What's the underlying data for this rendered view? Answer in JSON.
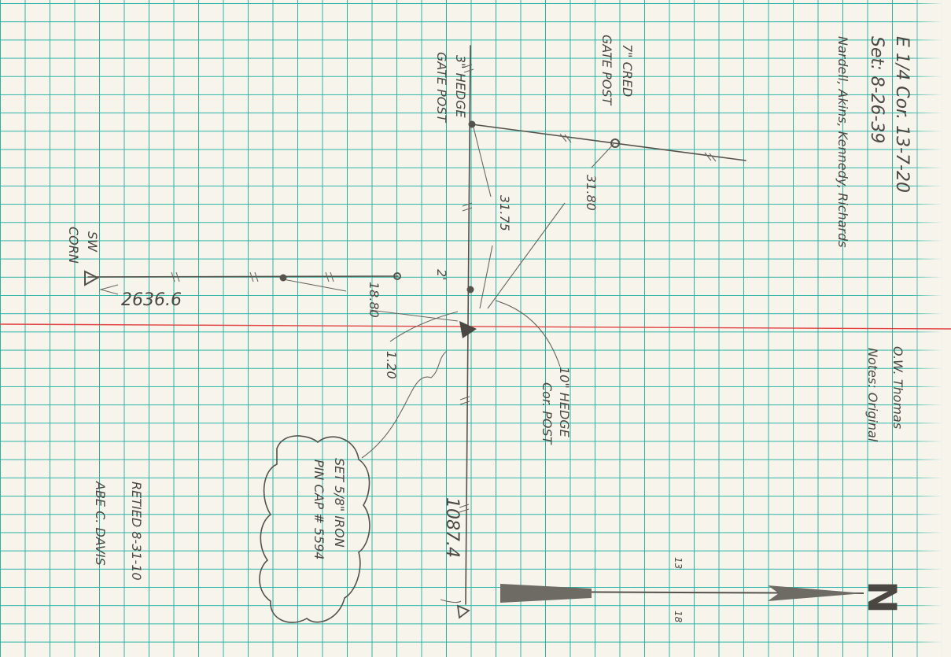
{
  "header": {
    "corner": "E 1/4 Cor. 13-7-20",
    "set_date": "Set: 8-26-39",
    "crew": "Nardell, Akins, Kennedy, Richards",
    "surveyor": "O.W. Thomas",
    "notes": "Notes: Original"
  },
  "labels": {
    "post_7in": "7\" CRED",
    "gate_post_1": "GATE POST",
    "post_3in": "3\" HEDGE",
    "gate_post_2": "GATE POST",
    "dist_3180": "31.80",
    "dist_3175": "31.75",
    "two_ft": "2'",
    "dist_1880": "18.80",
    "dist_120": "1.20",
    "sw_corn_1": "SW",
    "sw_corn_2": "CORN",
    "dist_26366": "2636.6",
    "post_10in": "10\" HEDGE",
    "cor_post": "Cor. POST",
    "set_pin_1": "SET 5/8\" IRON",
    "set_pin_2": "PIN CAP # 5594",
    "dist_10874": "1087.4",
    "retied_1": "RETIED 8-31-10",
    "retied_2": "ABE C. DAVIS",
    "north": "N",
    "small_13": "13",
    "small_18": "18"
  },
  "colors": {
    "grid": "#2bb3a6",
    "paper": "#f7f4ec",
    "pencil": "#55524c",
    "red_rule": "#e04444"
  }
}
